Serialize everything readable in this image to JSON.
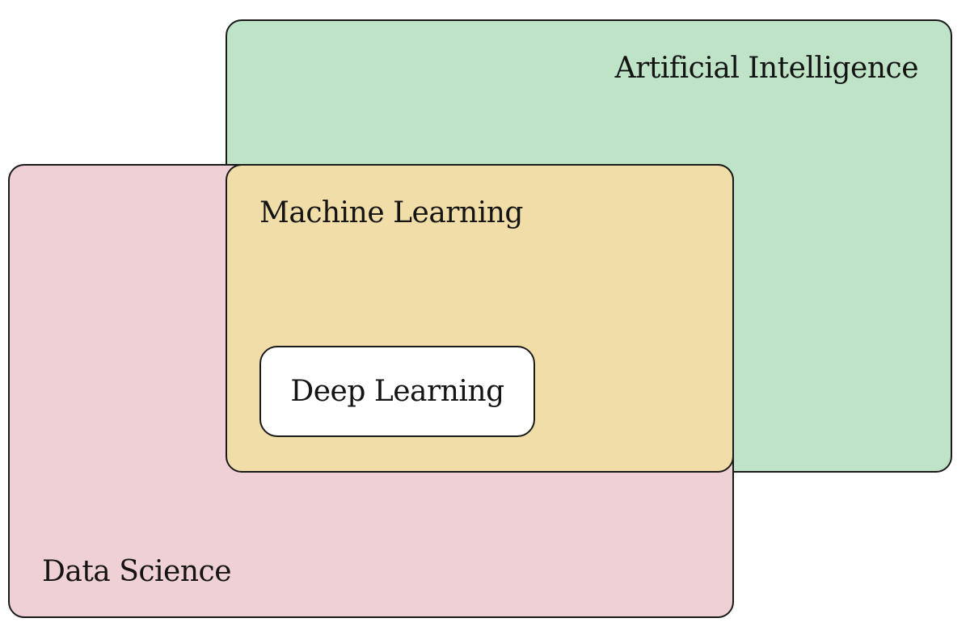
{
  "regions": {
    "artificial_intelligence": {
      "label": "Artificial Intelligence",
      "color": "#bfe3c6"
    },
    "data_science": {
      "label": "Data Science",
      "color": "#efd0d4"
    },
    "machine_learning": {
      "label": "Machine Learning",
      "color": "#f1dda8"
    },
    "deep_learning": {
      "label": "Deep Learning",
      "color": "#ffffff"
    }
  },
  "border_color": "#1a1a1a"
}
